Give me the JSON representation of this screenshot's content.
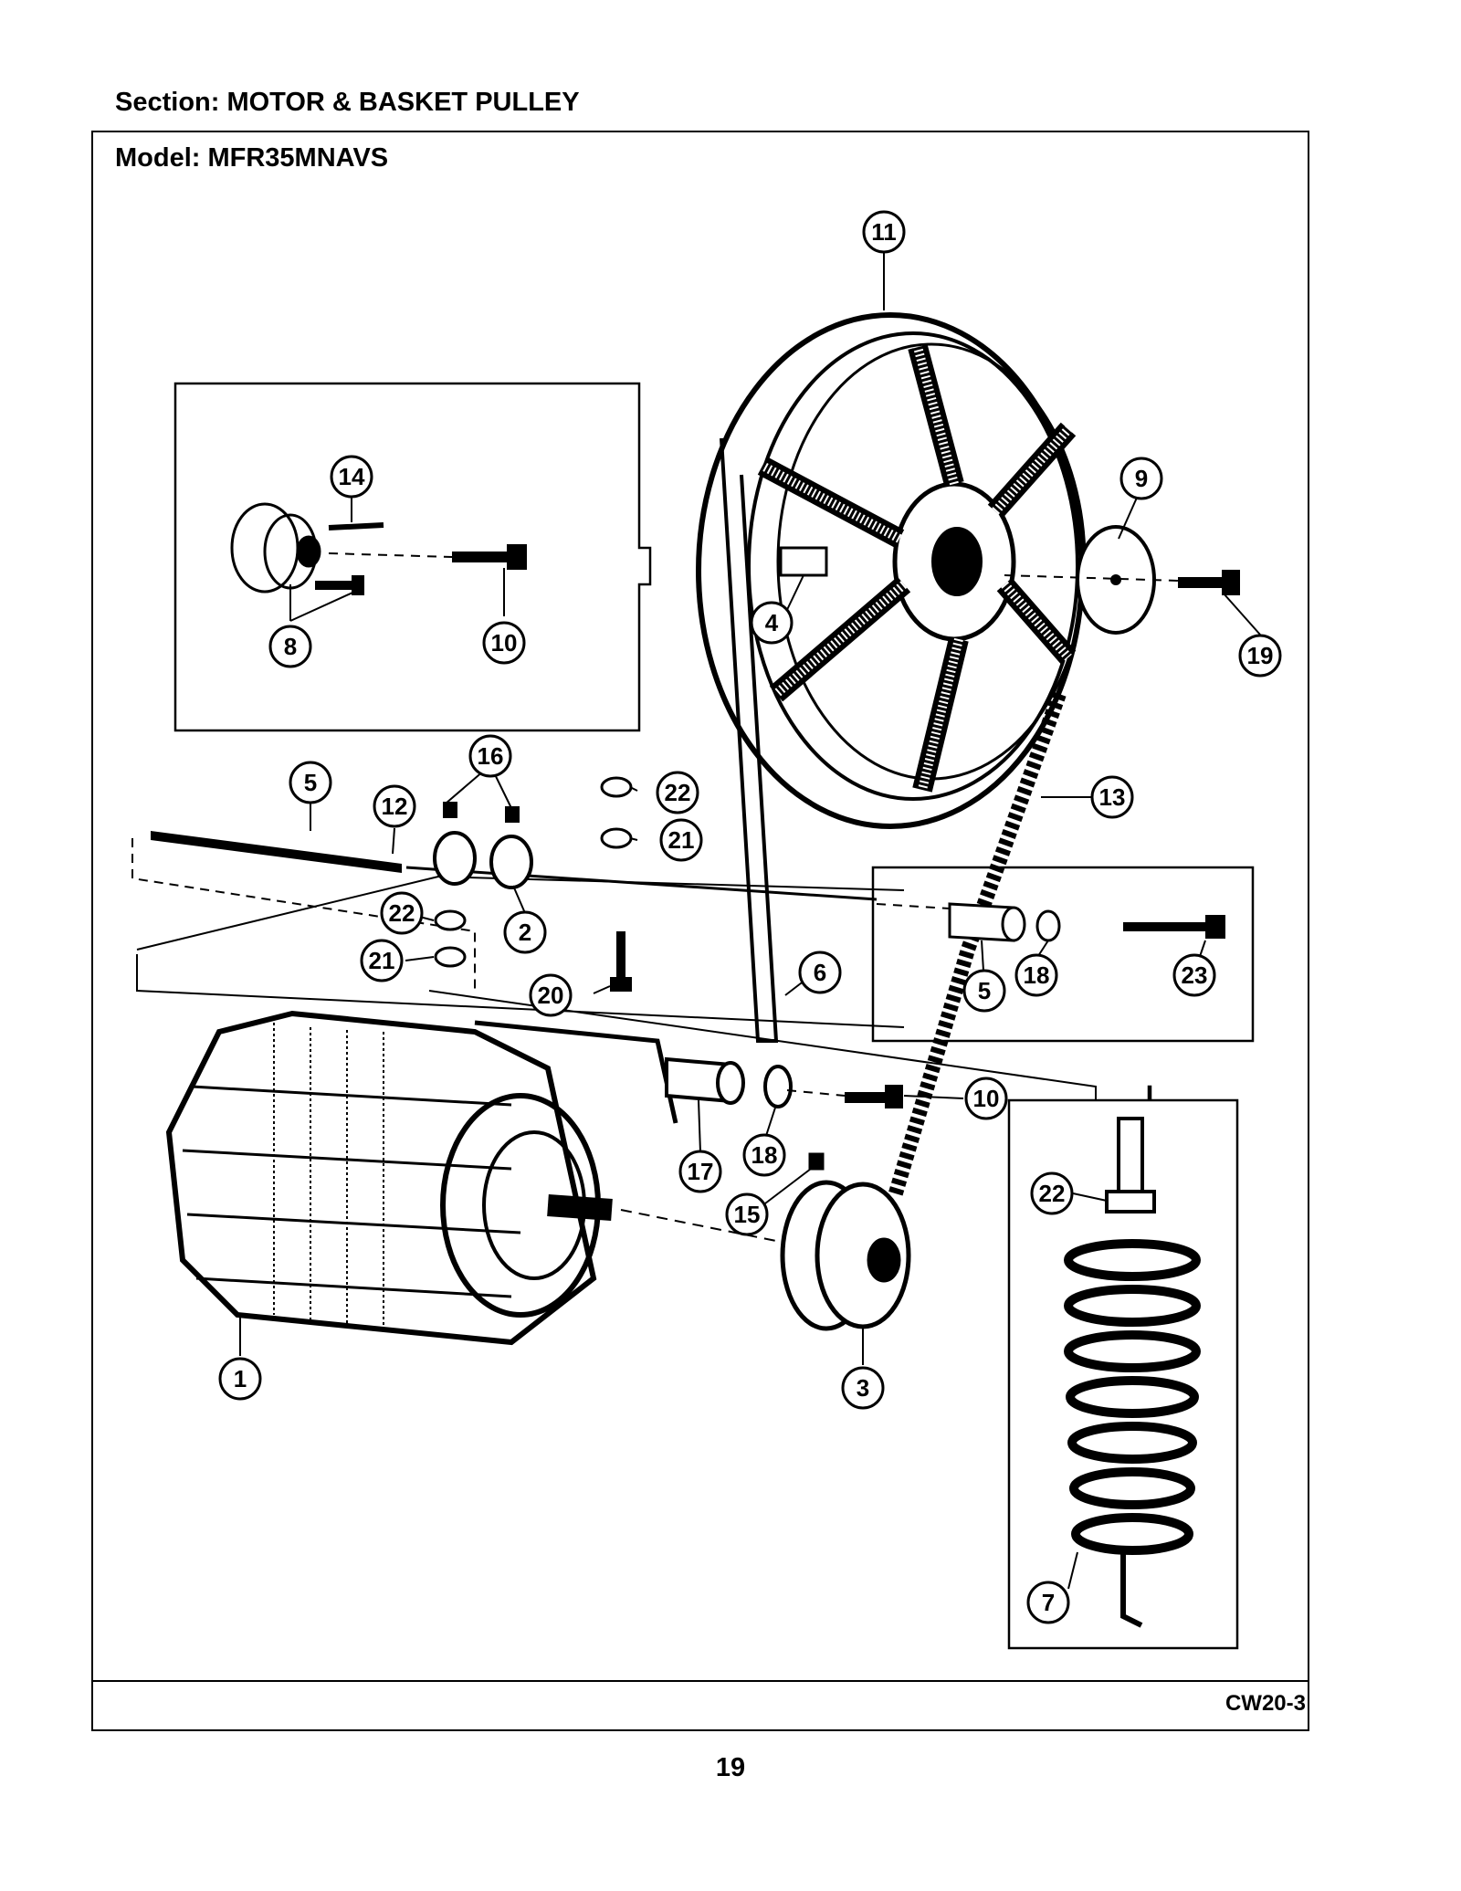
{
  "header": {
    "section": "Section:  MOTOR & BASKET PULLEY",
    "model": "Model:  MFR35MNAVS"
  },
  "footer": {
    "drawing_code": "CW20-3",
    "page_number": "19"
  },
  "callouts": {
    "c1": "1",
    "c2": "2",
    "c3": "3",
    "c4": "4",
    "c5a": "5",
    "c5b": "5",
    "c6": "6",
    "c7": "7",
    "c8": "8",
    "c9": "9",
    "c10a": "10",
    "c10b": "10",
    "c11": "11",
    "c12": "12",
    "c13": "13",
    "c14": "14",
    "c15": "15",
    "c16": "16",
    "c17": "17",
    "c18a": "18",
    "c18b": "18",
    "c19": "19",
    "c20": "20",
    "c21a": "21",
    "c21b": "21",
    "c22a": "22",
    "c22b": "22",
    "c22c": "22",
    "c23": "23"
  }
}
